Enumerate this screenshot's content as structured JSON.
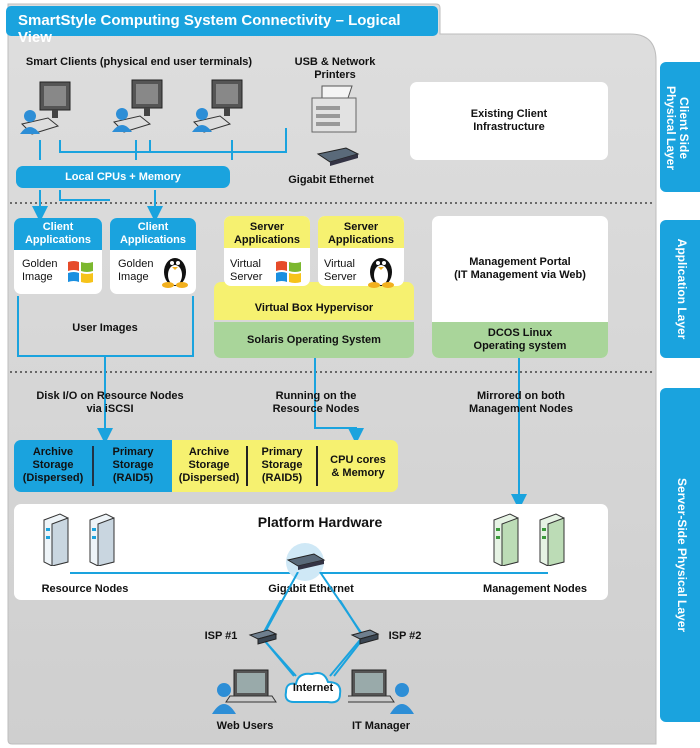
{
  "title": "SmartStyle Computing System Connectivity – Logical View",
  "side_tabs": {
    "client_physical": "Client Side\nPhysical Layer",
    "application": "Application Layer",
    "server_physical": "Server-Side Physical Layer"
  },
  "client_layer": {
    "smart_clients": "Smart Clients (physical end user terminals)",
    "printers": "USB & Network\nPrinters",
    "existing_infra": "Existing Client\nInfrastructure",
    "local_cpus": "Local CPUs + Memory",
    "gigabit": "Gigabit Ethernet"
  },
  "app_layer": {
    "client_apps_1": "Client\nApplications",
    "client_apps_2": "Client\nApplications",
    "golden_image_1": "Golden\nImage",
    "golden_image_2": "Golden\nImage",
    "user_images": "User Images",
    "server_apps_1": "Server\nApplications",
    "server_apps_2": "Server\nApplications",
    "virtual_server_1": "Virtual\nServer",
    "virtual_server_2": "Virtual\nServer",
    "hypervisor": "Virtual Box Hypervisor",
    "solaris": "Solaris Operating System",
    "mgmt_portal": "Management Portal\n(IT Management via Web)",
    "dcos": "DCOS Linux\nOperating system"
  },
  "server_layer": {
    "disk_io": "Disk I/O on Resource Nodes\nvia iSCSI",
    "running_on": "Running on the\nResource Nodes",
    "mirrored": "Mirrored on both\nManagement Nodes",
    "archive_1": "Archive\nStorage\n(Dispersed)",
    "primary_1": "Primary\nStorage\n(RAID5)",
    "archive_2": "Archive\nStorage\n(Dispersed)",
    "primary_2": "Primary\nStorage\n(RAID5)",
    "cpu_cores": "CPU cores\n& Memory",
    "platform_hw": "Platform Hardware",
    "resource_nodes": "Resource Nodes",
    "gigabit": "Gigabit Ethernet",
    "mgmt_nodes": "Management Nodes",
    "isp1": "ISP #1",
    "isp2": "ISP #2",
    "internet": "Internet",
    "web_users": "Web Users",
    "it_manager": "IT Manager"
  },
  "icons": [
    "computer-icon",
    "printer-icon",
    "switch-icon",
    "windows-logo-icon",
    "linux-penguin-icon",
    "server-icon",
    "router-icon",
    "cloud-icon",
    "user-laptop-icon"
  ],
  "colors": {
    "accent_blue": "#1aa3de",
    "yellow": "#f6f170",
    "green": "#a9d59a",
    "panel_gray": "#d4d4d4",
    "server_green": "#d8ecd8"
  }
}
